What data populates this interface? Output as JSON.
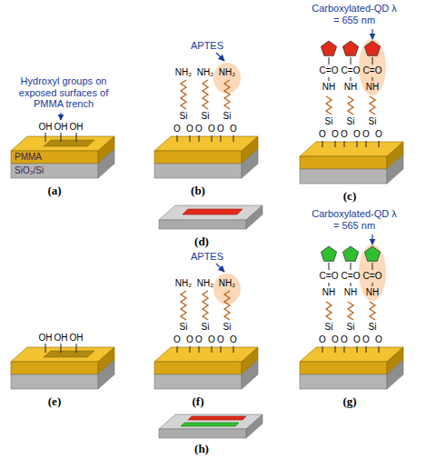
{
  "diagram": {
    "labels": [
      "Hydroxyl groups on exposed surfaces of PMMA trench",
      "OH",
      "OH",
      "OH",
      "PMMA",
      "SiO₂/Si",
      "(a)",
      "APTES",
      "NH₂",
      "Si",
      "O",
      "O",
      "NH₂",
      "Si",
      "O",
      "O",
      "NH₂",
      "Si",
      "O",
      "O",
      "(b)",
      "Carboxylated-QD λ = 655 nm",
      "C=O",
      "NH",
      "Si",
      "O",
      "O",
      "C=O",
      "NH",
      "Si",
      "O",
      "O",
      "C=O",
      "NH",
      "Si",
      "O",
      "O",
      "(c)",
      "(d)",
      "OH",
      "OH",
      "OH",
      "(e)",
      "APTES",
      "NH₂",
      "Si",
      "O",
      "O",
      "NH₂",
      "Si",
      "O",
      "O",
      "NH₂",
      "Si",
      "O",
      "O",
      "(f)",
      "Carboxylated-QD λ = 565 nm",
      "C=O",
      "NH",
      "Si",
      "O",
      "O",
      "C=O",
      "NH",
      "Si",
      "O",
      "O",
      "C=O",
      "NH",
      "Si",
      "O",
      "O",
      "(g)",
      "(h)"
    ]
  }
}
